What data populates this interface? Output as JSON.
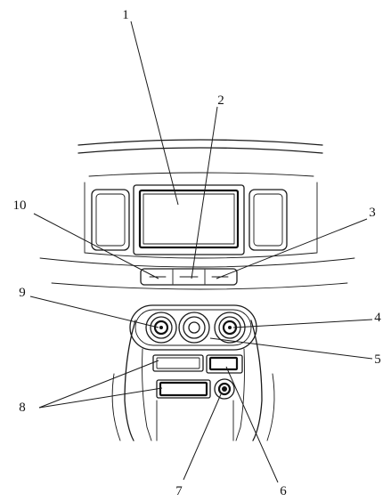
{
  "diagram": {
    "callouts": [
      {
        "id": "1",
        "label": "1"
      },
      {
        "id": "2",
        "label": "2"
      },
      {
        "id": "3",
        "label": "3"
      },
      {
        "id": "4",
        "label": "4"
      },
      {
        "id": "5",
        "label": "5"
      },
      {
        "id": "6",
        "label": "6"
      },
      {
        "id": "7",
        "label": "7"
      },
      {
        "id": "8",
        "label": "8"
      },
      {
        "id": "9",
        "label": "9"
      },
      {
        "id": "10",
        "label": "10"
      }
    ],
    "colors": {
      "line": "#1a1a1a",
      "background": "#ffffff"
    }
  }
}
